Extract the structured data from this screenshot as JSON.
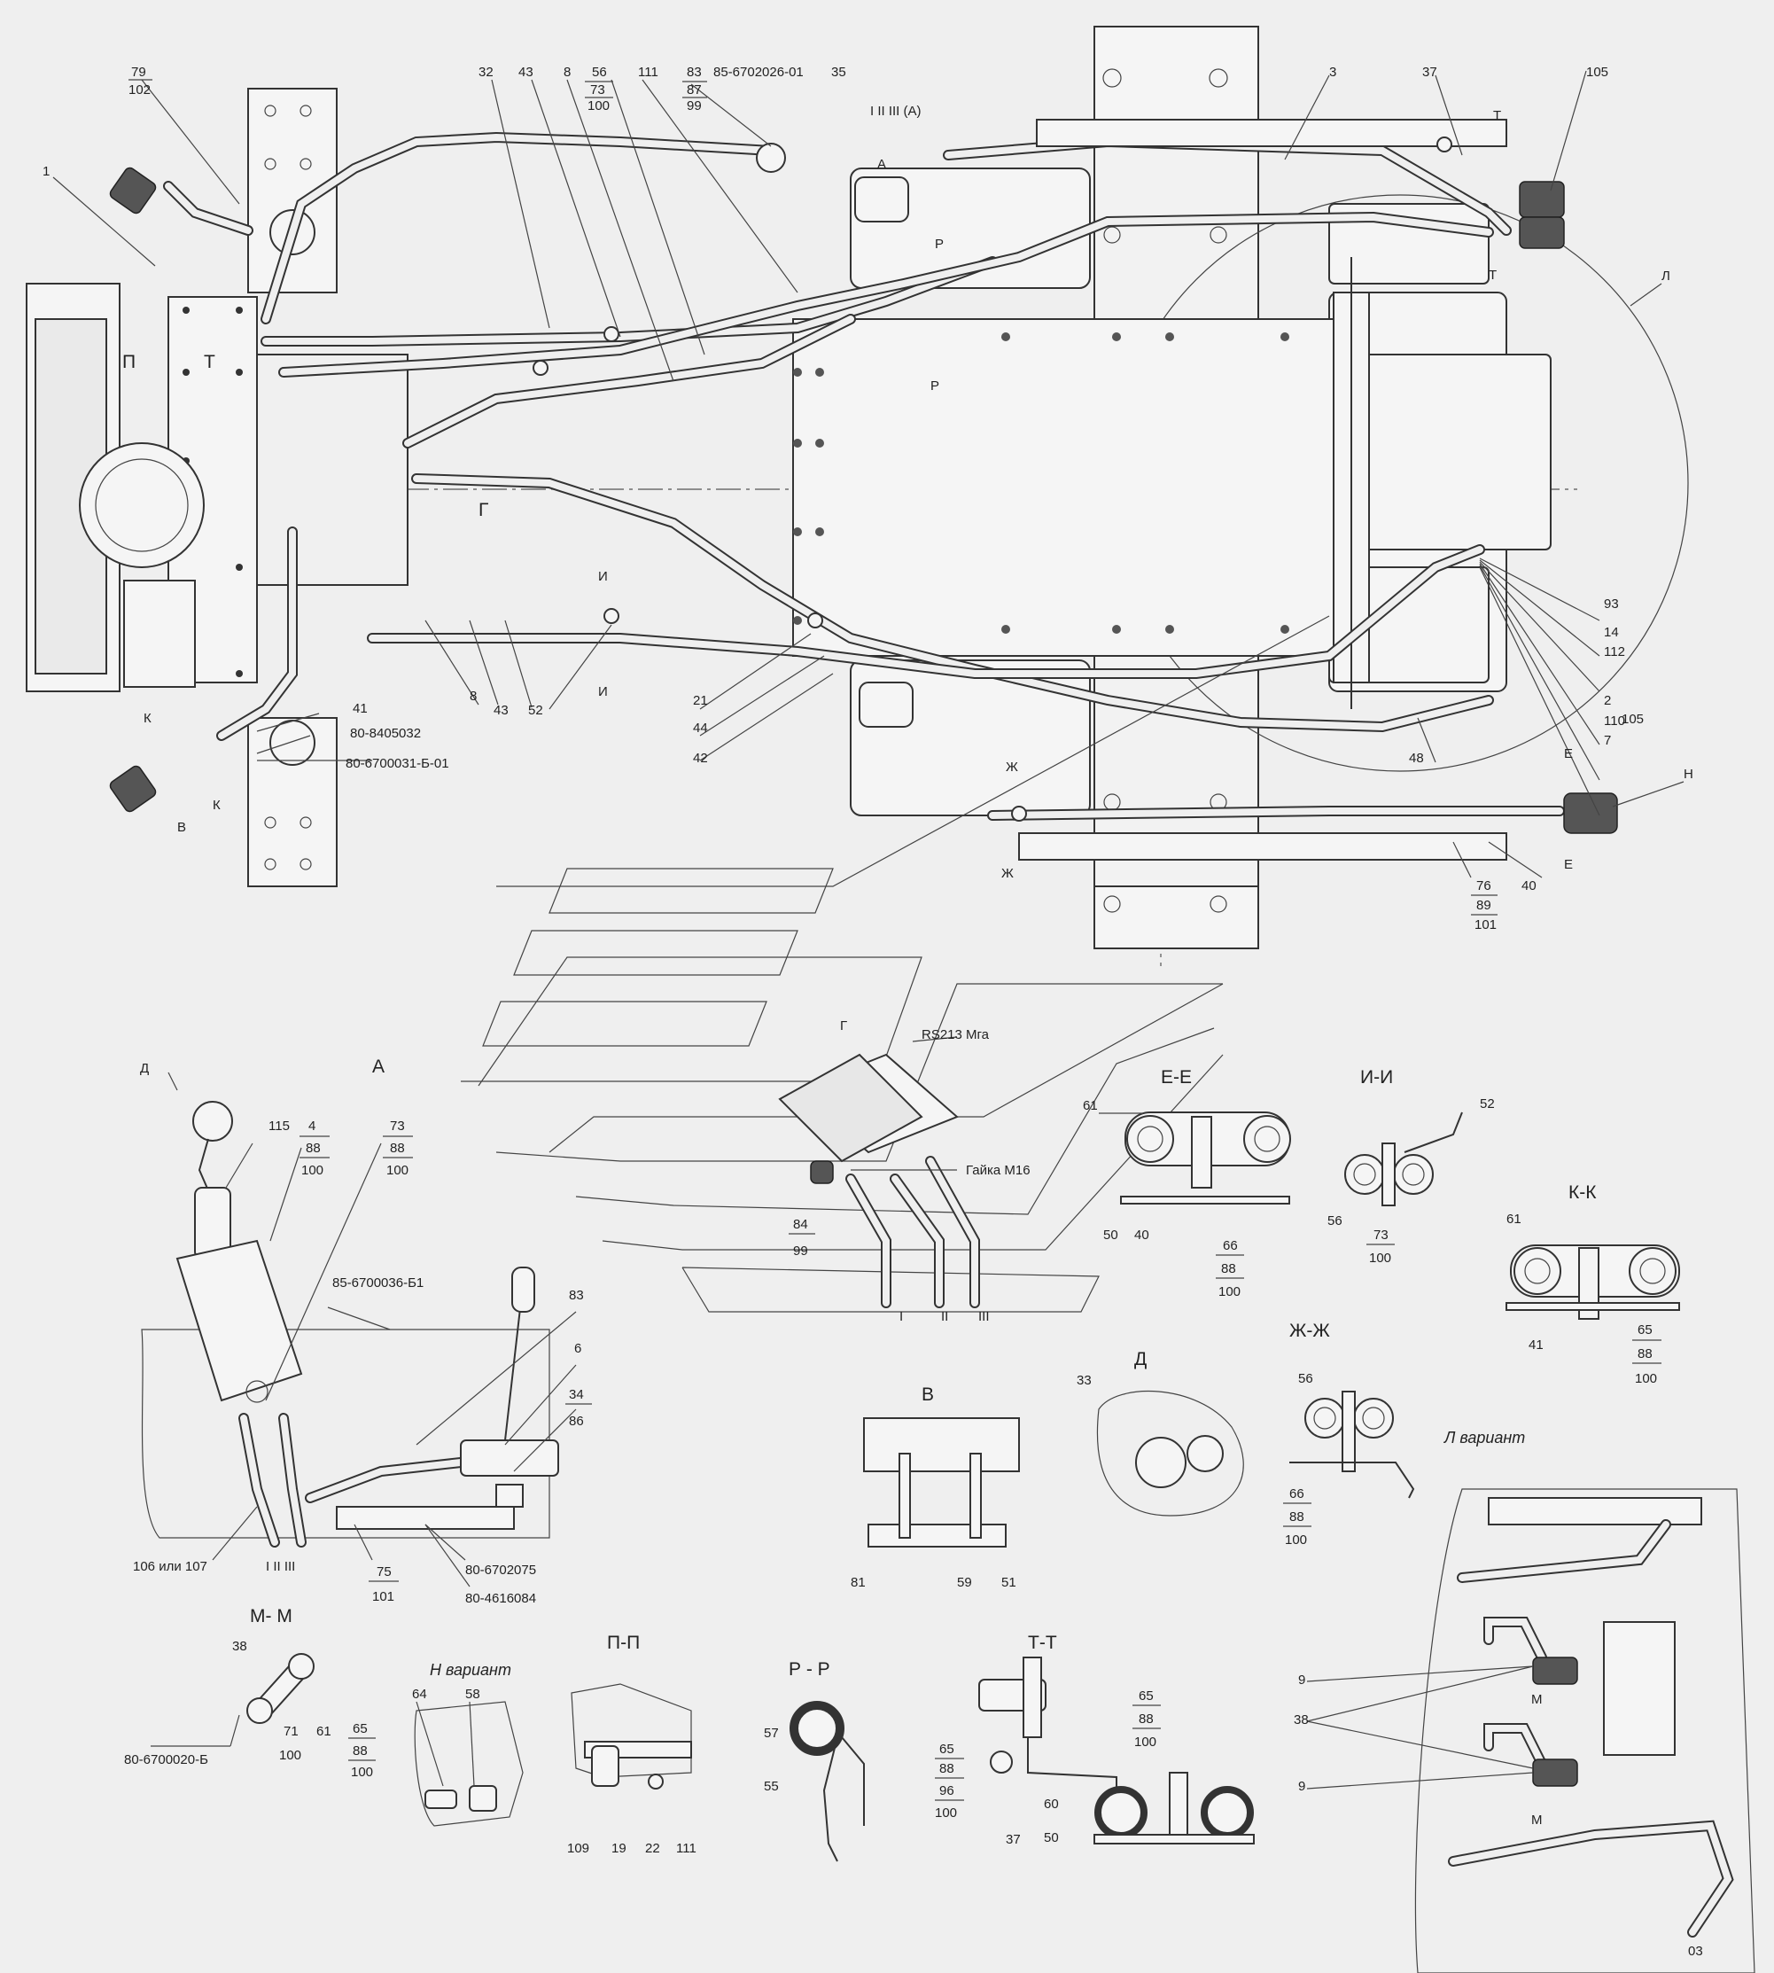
{
  "top_labels": {
    "l79": "79",
    "l102": "102",
    "l1": "1",
    "l32": "32",
    "l43": "43",
    "l8": "8",
    "l56": "56",
    "l73": "73",
    "l100": "100",
    "l111": "111",
    "l83": "83",
    "l87": "87",
    "l99": "99",
    "part_850": "85-6702026-01",
    "l35": "35",
    "roman_a": "I II III (A)",
    "l3": "3",
    "l37": "37",
    "l105": "105",
    "l_L": "Л",
    "sec_T": "Т",
    "sec_P": "Р",
    "sec_A": "А",
    "l93": "93",
    "l14": "14",
    "l112": "112",
    "l2": "2",
    "l110": "110",
    "l7": "7",
    "l48": "48",
    "l105b": "105",
    "sec_E": "Е",
    "l_H": "Н",
    "l40": "40",
    "l76": "76",
    "l89": "89",
    "l101": "101",
    "sec_Zh": "Ж",
    "sec_I": "И",
    "sec_G": "Г",
    "l21": "21",
    "l44": "44",
    "l42": "42",
    "l52": "52",
    "l43b": "43",
    "l8b": "8",
    "l41": "41",
    "part_80_8405032": "80-8405032",
    "part_80_6700031": "80-6700031-Б-01",
    "sec_K": "К",
    "sec_V": "В",
    "sec_Pi": "П",
    "sec_Tp": "Т"
  },
  "mid_labels": {
    "rs213": "RS213 Мга",
    "gaika": "Гайка М16",
    "sec_G2": "Г",
    "l84": "84",
    "l99b": "99",
    "r1": "I",
    "r2": "II",
    "r3": "III"
  },
  "view_A": {
    "title": "А",
    "sec_D": "Д",
    "l115": "115",
    "l4": "4",
    "l88": "88",
    "l100": "100",
    "l73": "73",
    "l88b": "88",
    "l100b": "100",
    "part_850036": "85-6700036-Б1",
    "l83": "83",
    "l6": "6",
    "l34": "34",
    "l86": "86",
    "l106": "106 или 107",
    "roman": "I II III",
    "l75": "75",
    "l101": "101",
    "part_80_6702075": "80-6702075",
    "part_80_4616084": "80-4616084"
  },
  "sec_EE": {
    "title": "Е-Е",
    "l61": "61",
    "l50": "50",
    "l40": "40",
    "l66": "66",
    "l88": "88",
    "l100": "100"
  },
  "sec_II": {
    "title": "И-И",
    "l52": "52",
    "l56": "56",
    "l73": "73",
    "l100": "100"
  },
  "sec_KK": {
    "title": "К-К",
    "l61": "61",
    "l41": "41",
    "l65": "65",
    "l88": "88",
    "l100": "100"
  },
  "view_V": {
    "title": "В",
    "l81": "81",
    "l59": "59",
    "l51": "51"
  },
  "view_D": {
    "title": "Д",
    "l33": "33"
  },
  "sec_ZhZh": {
    "title": "Ж-Ж",
    "l56": "56",
    "l66": "66",
    "l88": "88",
    "l100": "100"
  },
  "var_L": {
    "title": "Л вариант",
    "l9": "9",
    "l38": "38",
    "l9b": "9",
    "sec_M": "М",
    "l03": "03"
  },
  "sec_MM": {
    "title": "М- М",
    "l38": "38",
    "l71": "71",
    "l61": "61",
    "l65": "65",
    "l88": "88",
    "l100": "100",
    "l100b": "100",
    "part": "80-6700020-Б"
  },
  "var_H": {
    "title": "Н вариант",
    "l64": "64",
    "l58": "58"
  },
  "sec_PP": {
    "title": "П-П",
    "l109": "109",
    "l19": "19",
    "l22": "22",
    "l111": "111"
  },
  "sec_RR": {
    "title": "Р - Р",
    "l57": "57",
    "l55": "55"
  },
  "sec_TT": {
    "title": "Т-Т",
    "l65": "65",
    "l88": "88",
    "l96": "96",
    "l100": "100",
    "l37": "37",
    "l60": "60",
    "l50": "50",
    "l65b": "65",
    "l88b": "88",
    "l100b": "100"
  }
}
